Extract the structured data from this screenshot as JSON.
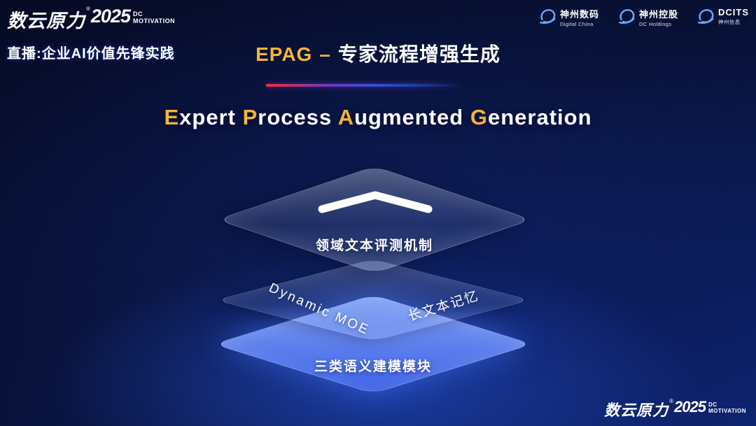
{
  "colors": {
    "accent_gold": "#f5b537",
    "line_gradient_left": "#ff2744",
    "line_gradient_mid": "#6a3ab8",
    "line_gradient_right": "#1c3fa8",
    "bottom_layer_blue": "#3e64f0",
    "background_navy": "#081033"
  },
  "icons": {
    "partner_logo": "swoosh-circle",
    "top_layer": "chevron-up"
  },
  "header": {
    "logo": {
      "brand": "数云原力",
      "reg": "®",
      "year": "2025",
      "suffix_line1": "DC",
      "suffix_line2": "MOTIVATION"
    },
    "live_text": "直播:企业AI价值先锋实践",
    "title": {
      "en": "EPAG",
      "dash": "–",
      "zh": "专家流程增强生成"
    },
    "partners": [
      {
        "line1": "神州数码",
        "line2": "Digital China"
      },
      {
        "line1": "神州控股",
        "line2": "DC Holdings"
      },
      {
        "line1": "DCITS",
        "line2": "神州信息"
      }
    ]
  },
  "subtitle": {
    "segments": [
      {
        "text": "E",
        "gold": true
      },
      {
        "text": "xpert "
      },
      {
        "text": "P",
        "gold": true
      },
      {
        "text": "rocess "
      },
      {
        "text": "A",
        "gold": true
      },
      {
        "text": "ugmented "
      },
      {
        "text": "G",
        "gold": true
      },
      {
        "text": "eneration"
      }
    ]
  },
  "diagram": {
    "top_layer_label": "领域文本评测机制",
    "middle_layer_left_label": "Dynamic MOE",
    "middle_layer_right_label": "长文本记忆",
    "bottom_layer_label": "三类语义建模模块"
  },
  "footer": {
    "logo": {
      "brand": "数云原力",
      "reg": "®",
      "year": "2025",
      "suffix_line1": "DC",
      "suffix_line2": "MOTIVATION"
    }
  }
}
